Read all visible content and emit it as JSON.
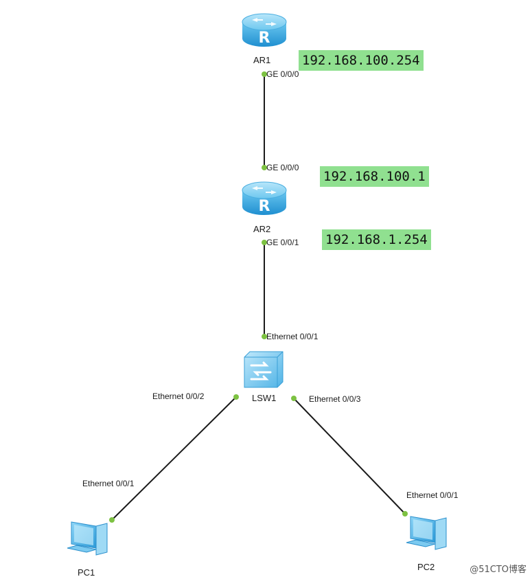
{
  "devices": {
    "ar1": {
      "name": "AR1",
      "icon": "router-icon"
    },
    "ar2": {
      "name": "AR2",
      "icon": "router-icon"
    },
    "lsw1": {
      "name": "LSW1",
      "icon": "switch-icon"
    },
    "pc1": {
      "name": "PC1",
      "icon": "pc-icon"
    },
    "pc2": {
      "name": "PC2",
      "icon": "pc-icon"
    }
  },
  "ports": {
    "ar1_ge000": "GE 0/0/0",
    "ar2_ge000": "GE 0/0/0",
    "ar2_ge001": "GE 0/0/1",
    "lsw1_e001": "Ethernet 0/0/1",
    "lsw1_e002": "Ethernet 0/0/2",
    "lsw1_e003": "Ethernet 0/0/3",
    "pc1_e001": "Ethernet 0/0/1",
    "pc2_e001": "Ethernet 0/0/1"
  },
  "ip_labels": {
    "ar1": "192.168.100.254",
    "ar2_up": "192.168.100.1",
    "ar2_down": "192.168.1.254"
  },
  "links": [
    {
      "from": "AR1",
      "to": "AR2"
    },
    {
      "from": "AR2",
      "to": "LSW1"
    },
    {
      "from": "LSW1",
      "to": "PC1"
    },
    {
      "from": "LSW1",
      "to": "PC2"
    }
  ],
  "colors": {
    "link": "#1a1a1a",
    "port_dot": "#7dc242",
    "ip_highlight": "#90e090",
    "device_blue": "#3aa8e0"
  },
  "watermark": "@51CTO博客"
}
